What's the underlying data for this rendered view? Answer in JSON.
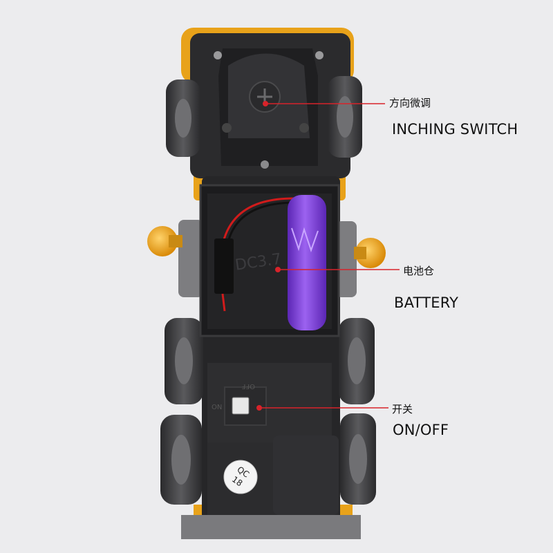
{
  "callouts": {
    "inching_switch": {
      "label_cn": "方向微调",
      "label_en": "INCHING SWITCH"
    },
    "battery": {
      "label_cn": "电池仓",
      "label_en": "BATTERY"
    },
    "power_switch": {
      "label_cn": "开关",
      "label_en": "ON/OFF"
    }
  },
  "markings": {
    "battery_compartment": "DC3.7",
    "switch_on": "ON",
    "switch_off": "OFF",
    "qc_sticker_line1": "QC",
    "qc_sticker_line2": "18"
  },
  "colors": {
    "background": "#ececee",
    "chassis": "#2b2b2d",
    "body_orange": "#e8a21a",
    "battery_purple": "#7b3fd6",
    "callout_line": "#d8232a",
    "tire": "#3a3a3c",
    "bumper_grey": "#7d7d80"
  }
}
